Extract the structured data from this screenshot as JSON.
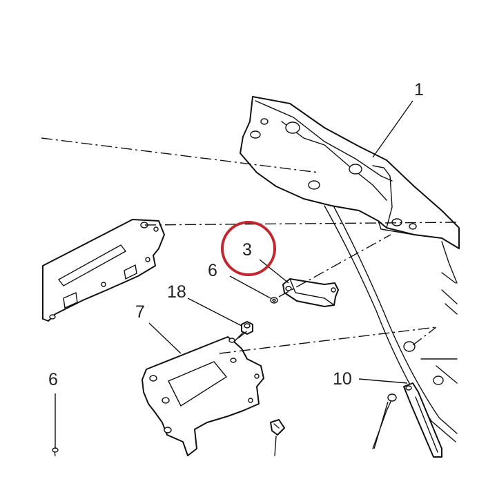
{
  "diagram": {
    "highlight_color": "#c0282e",
    "ink_color": "#111111",
    "callouts": {
      "part_1": "1",
      "part_3": "3",
      "part_6_upper": "6",
      "part_6_lower": "6",
      "part_7": "7",
      "part_10": "10",
      "part_18": "18"
    },
    "highlighted_callout": "3"
  }
}
